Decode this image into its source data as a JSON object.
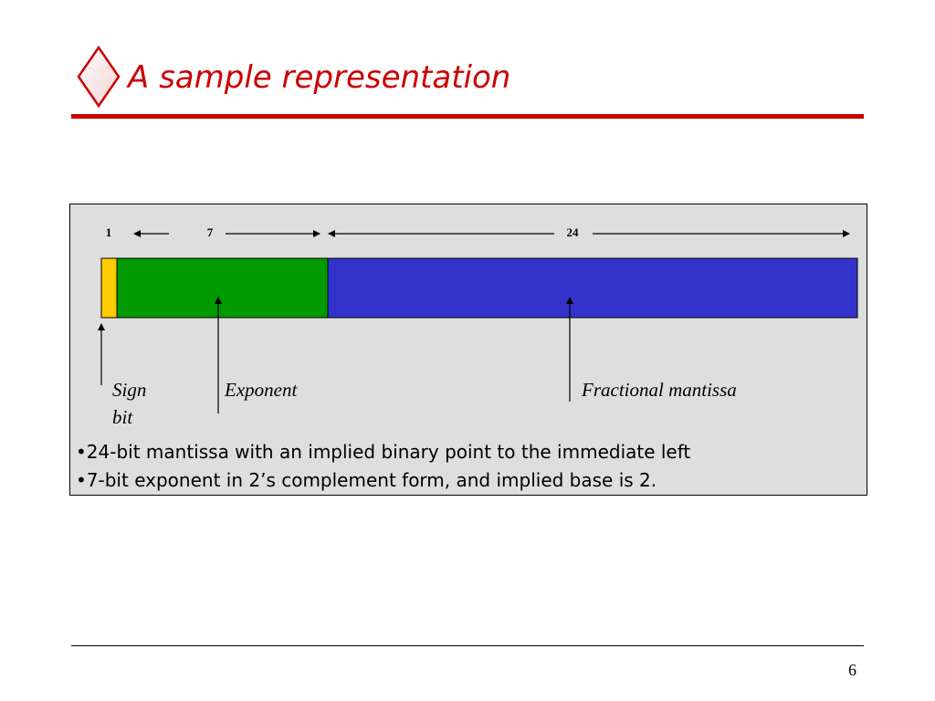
{
  "slide": {
    "title": "A sample representation",
    "page_number": "6",
    "colors": {
      "title": "#cc0000",
      "diamond_fill": "#ffffff",
      "diamond_stroke": "#cc0000",
      "panel_background": "#dedede",
      "sign_field": "#ffcc00",
      "exponent_field": "#009900",
      "mantissa_field": "#3333cc"
    }
  },
  "diagram": {
    "widths": {
      "sign": "1",
      "exponent": "7",
      "mantissa": "24"
    },
    "labels": {
      "sign": "Sign bit",
      "exponent": "Exponent",
      "mantissa": "Fractional mantissa"
    }
  },
  "bullets": [
    "•24-bit mantissa with an implied binary point to the immediate left",
    "•7-bit exponent in 2’s complement form, and implied base is 2."
  ]
}
